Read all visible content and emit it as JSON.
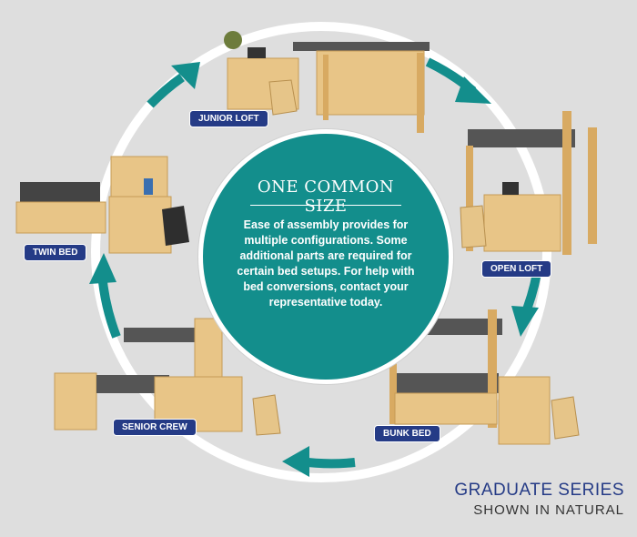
{
  "center": {
    "title": "ONE COMMON SIZE",
    "body": "Ease of assembly provides for multiple configurations. Some additional parts are required for certain bed setups. For help with bed conversions, contact your representative today."
  },
  "configurations": [
    {
      "label": "JUNIOR LOFT"
    },
    {
      "label": "OPEN LOFT"
    },
    {
      "label": "BUNK BED"
    },
    {
      "label": "SENIOR CREW"
    },
    {
      "label": "TWIN BED"
    }
  ],
  "series": {
    "title": "GRADUATE SERIES",
    "subtitle": "SHOWN IN NATURAL"
  },
  "colors": {
    "teal": "#138e8c",
    "navy": "#253b86",
    "wood": "#e8c587",
    "mattress": "#555555"
  }
}
